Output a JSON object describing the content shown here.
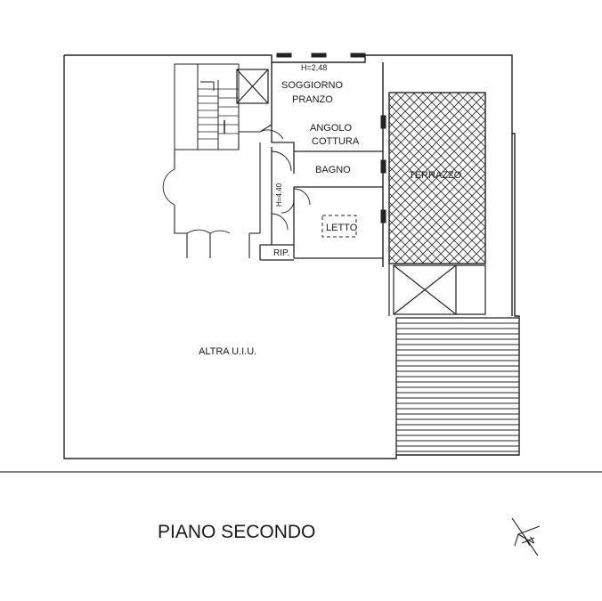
{
  "rooms": {
    "height_top": "H=2,48",
    "soggiorno": "SOGGIORNO",
    "pranzo": "PRANZO",
    "angolo": "ANGOLO",
    "cottura": "COTTURA",
    "bagno": "BAGNO",
    "terrazzo": "TERRAZZO",
    "letto": "LETTO",
    "rip": "RIP.",
    "height_corridor": "H=4,40",
    "altra": "ALTRA U.I.U."
  },
  "floor_title": "PIANO SECONDO",
  "north_label": "N"
}
